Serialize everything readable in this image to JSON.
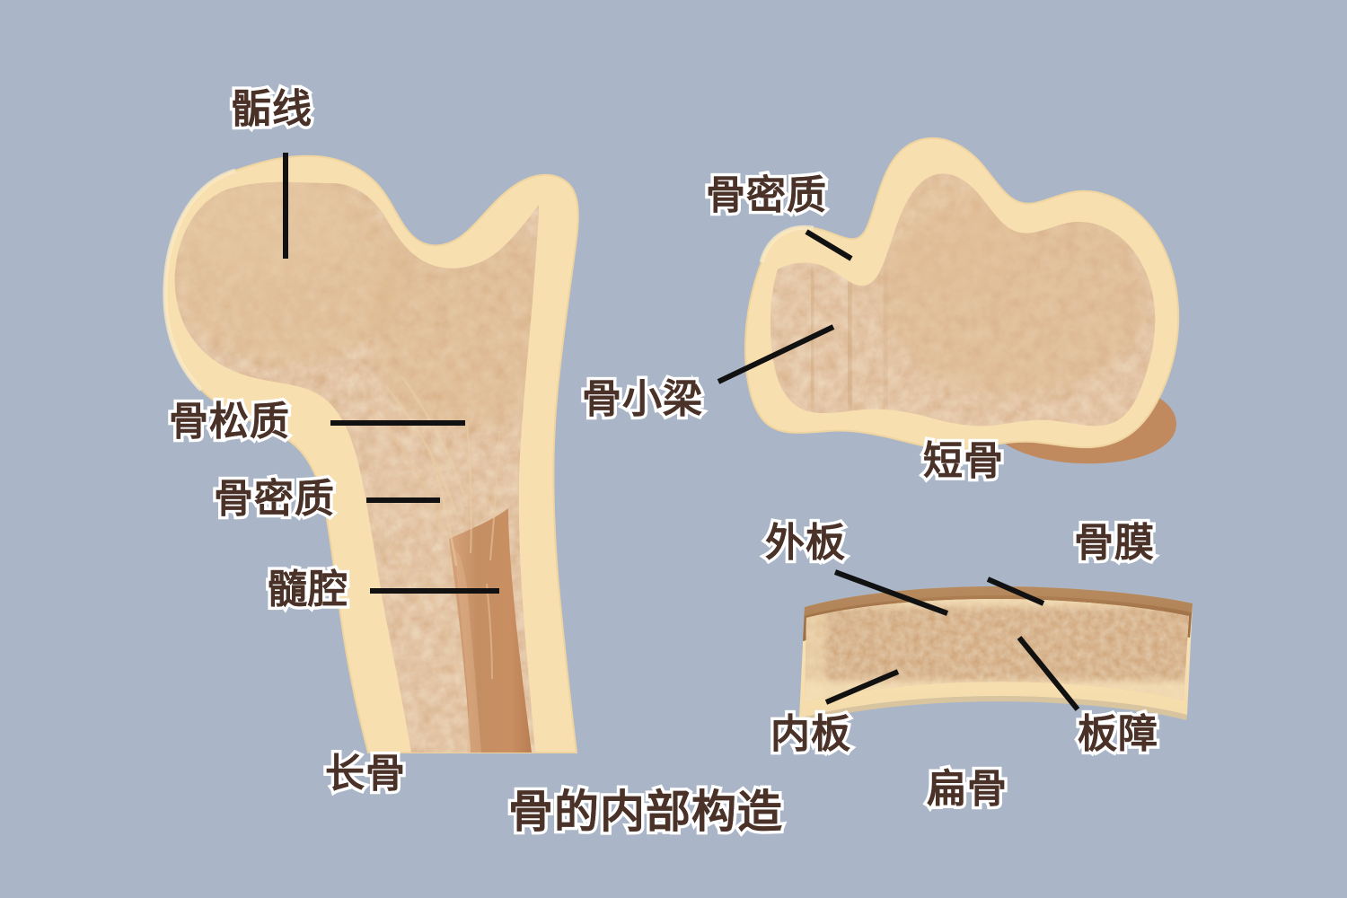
{
  "figure": {
    "title": "骨的内部构造",
    "background_color": "#aab6c7",
    "text_color": "#4a3228",
    "text_outline_color": "#ffffff",
    "leader_line_color": "#111111",
    "palette": {
      "compact_bone": "#f7dfb0",
      "compact_bone_light": "#fbe9c6",
      "spongy_bone": "#cfa176",
      "spongy_bone_light": "#e3c39b",
      "marrow_cavity": "#c68e63",
      "periosteum": "#a9784d",
      "shadow": "#c08a5e"
    }
  },
  "specimens": [
    {
      "id": "long-bone",
      "caption": "长骨",
      "labels": [
        {
          "id": "epiphyseal-line",
          "text": "骺线"
        },
        {
          "id": "spongy-bone",
          "text": "骨松质"
        },
        {
          "id": "compact-bone",
          "text": "骨密质"
        },
        {
          "id": "marrow-cavity",
          "text": "髓腔"
        }
      ]
    },
    {
      "id": "short-bone",
      "caption": "短骨",
      "labels": [
        {
          "id": "compact-bone",
          "text": "骨密质"
        },
        {
          "id": "trabecula",
          "text": "骨小梁"
        }
      ]
    },
    {
      "id": "flat-bone",
      "caption": "扁骨",
      "labels": [
        {
          "id": "outer-table",
          "text": "外板"
        },
        {
          "id": "periosteum",
          "text": "骨膜"
        },
        {
          "id": "inner-table",
          "text": "内板"
        },
        {
          "id": "diploe",
          "text": "板障"
        }
      ]
    }
  ],
  "labels_flat": {
    "gu_xian": "骺线",
    "gu_song_zhi": "骨松质",
    "gu_mi_zhi": "骨密质",
    "sui_qiang": "髓腔",
    "chang_gu": "长骨",
    "gu_mi_zhi_2": "骨密质",
    "gu_xiao_liang": "骨小梁",
    "duan_gu": "短骨",
    "wai_ban": "外板",
    "gu_mo": "骨膜",
    "nei_ban": "内板",
    "ban_zhang": "板障",
    "bian_gu": "扁骨",
    "title": "骨的内部构造"
  }
}
